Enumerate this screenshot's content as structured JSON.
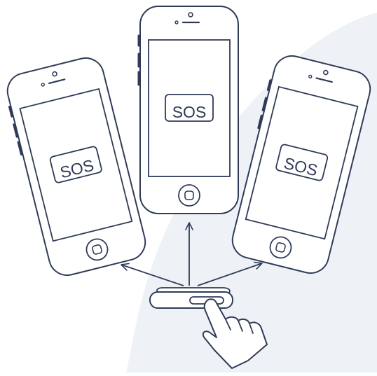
{
  "phones": [
    {
      "id": "left",
      "button_label": "SOS"
    },
    {
      "id": "center",
      "button_label": "SOS"
    },
    {
      "id": "right",
      "button_label": "SOS"
    }
  ],
  "colors": {
    "line": "#2f3b57",
    "background": "#ffffff",
    "panel": "#eef2f7",
    "fill": "#ffffff"
  },
  "icons": [
    "smartphone-icon",
    "sos-button",
    "panic-button-device-icon",
    "hand-pointer-icon",
    "arrow-icon"
  ]
}
